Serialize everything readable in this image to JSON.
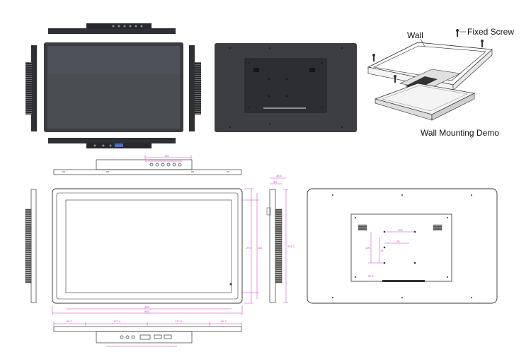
{
  "labels": {
    "wall": "Wall",
    "fixed_screw": "Fixed Screw",
    "wall_mounting_demo": "Wall Mounting Demo"
  },
  "dimensions": {
    "front_width": "463",
    "front_inner_width": "453",
    "front_height": "270",
    "front_inner_height": "281",
    "side_depth_top": "48.5",
    "side_depth_small": "Φ5",
    "side_height": "291.7",
    "top_port_span": "100",
    "bottom_left": "65.2",
    "bottom_mid1": "177.4",
    "bottom_mid2": "177.4",
    "bottom_right": "65.2",
    "back_vesa_w": "100",
    "back_vesa_w2": "75",
    "back_vesa_h": "100",
    "back_vesa_h2": "75",
    "back_small": "57.2"
  },
  "colors": {
    "panel_dark": "#3c3e42",
    "screen": "#4a4d52",
    "dimension": "#c03cc0",
    "line": "#333333"
  }
}
